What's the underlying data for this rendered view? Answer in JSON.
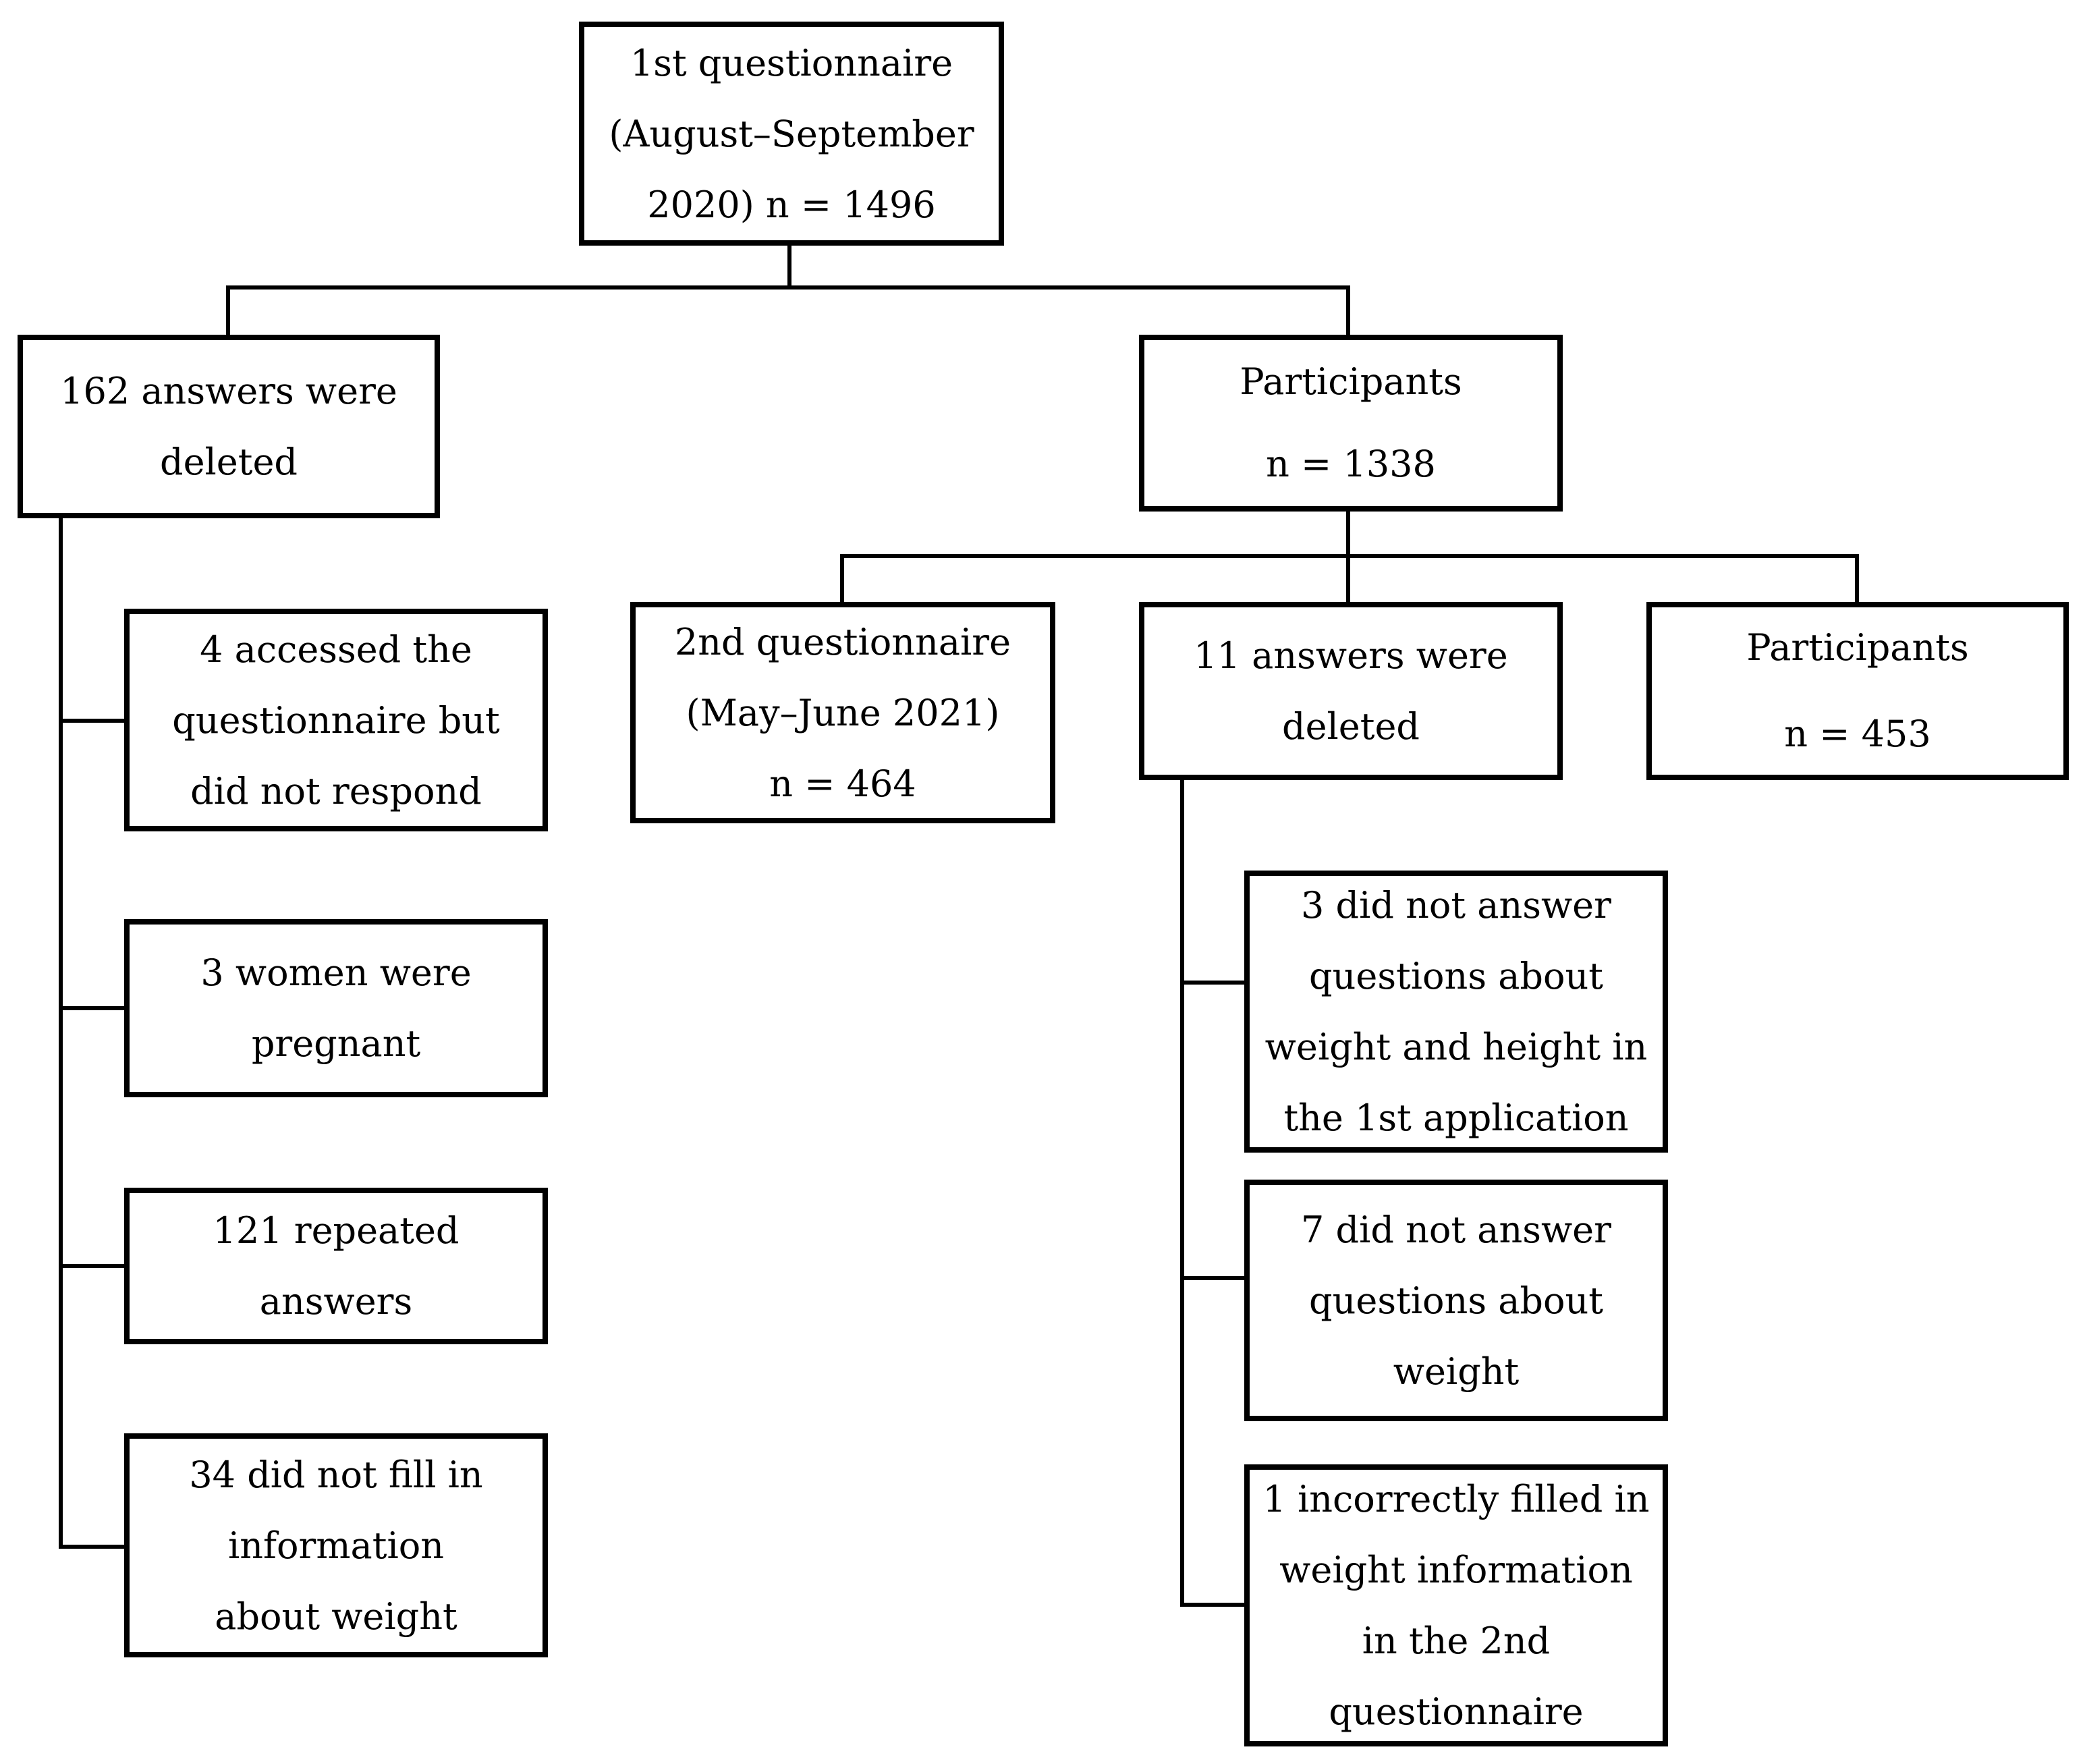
{
  "flowchart": {
    "root": {
      "lines": [
        "1st questionnaire",
        "(August–September",
        "2020) n = 1496"
      ]
    },
    "deleted_first": {
      "lines": [
        "162 answers were",
        "deleted"
      ]
    },
    "participants_first": {
      "lines": [
        "Participants",
        "n = 1338"
      ]
    },
    "deleted_first_reasons": [
      {
        "lines": [
          "4 accessed the",
          "questionnaire but",
          "did not respond"
        ]
      },
      {
        "lines": [
          "3 women were",
          "pregnant"
        ]
      },
      {
        "lines": [
          "121 repeated",
          "answers"
        ]
      },
      {
        "lines": [
          "34 did not fill in",
          "information",
          "about weight"
        ]
      }
    ],
    "second_questionnaire": {
      "lines": [
        "2nd questionnaire",
        "(May–June 2021)",
        "n = 464"
      ]
    },
    "deleted_second": {
      "lines": [
        "11 answers were",
        "deleted"
      ]
    },
    "participants_second": {
      "lines": [
        "Participants",
        "n = 453"
      ]
    },
    "deleted_second_reasons": [
      {
        "lines": [
          "3 did not answer",
          "questions about",
          "weight and height in",
          "the 1st application"
        ]
      },
      {
        "lines": [
          "7 did not answer",
          "questions about",
          "weight"
        ]
      },
      {
        "lines": [
          "1 incorrectly filled in",
          "weight information",
          "in the 2nd",
          "questionnaire"
        ]
      }
    ]
  }
}
